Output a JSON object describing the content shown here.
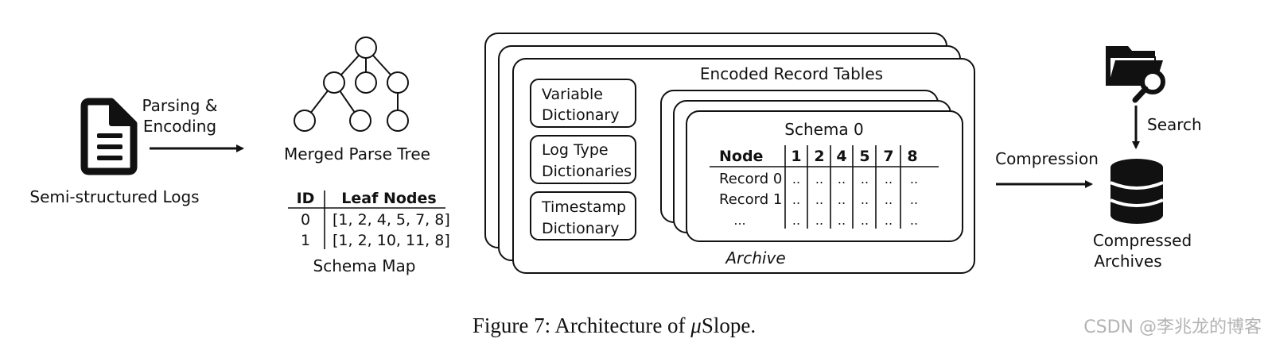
{
  "input": {
    "label": "Semi-structured Logs",
    "arrow_label_1": "Parsing &",
    "arrow_label_2": "Encoding"
  },
  "parse_tree": {
    "label": "Merged Parse Tree"
  },
  "schema_map": {
    "title": "Schema Map",
    "headers": [
      "ID",
      "Leaf Nodes"
    ],
    "rows": [
      {
        "id": "0",
        "leaf_nodes": "[1, 2, 4, 5, 7, 8]"
      },
      {
        "id": "1",
        "leaf_nodes": "[1, 2, 10, 11, 8]"
      }
    ]
  },
  "archive": {
    "label": "Archive",
    "dictionaries": [
      [
        "Variable",
        "Dictionary"
      ],
      [
        "Log Type",
        "Dictionaries"
      ],
      [
        "Timestamp",
        "Dictionary"
      ]
    ],
    "tables_title": "Encoded Record Tables",
    "schema_title": "Schema 0",
    "table_header": [
      "Node",
      "1",
      "2",
      "4",
      "5",
      "7",
      "8"
    ],
    "table_rows": [
      {
        "label": "Record 0",
        "cells": [
          "..",
          "..",
          "..",
          "..",
          "..",
          ".."
        ]
      },
      {
        "label": "Record 1",
        "cells": [
          "..",
          "..",
          "..",
          "..",
          "..",
          ".."
        ]
      },
      {
        "label": "...",
        "cells": [
          "..",
          "..",
          "..",
          "..",
          "..",
          ".."
        ]
      }
    ]
  },
  "compression_label": "Compression",
  "search_label": "Search",
  "output": {
    "label_line1": "Compressed",
    "label_line2": "Archives"
  },
  "caption": {
    "prefix": "Figure 7: Architecture of ",
    "mu": "μ",
    "name": "Slope."
  },
  "watermark": "CSDN @李兆龙的博客",
  "icons": [
    "document-icon",
    "folder-search-icon",
    "database-icon"
  ]
}
